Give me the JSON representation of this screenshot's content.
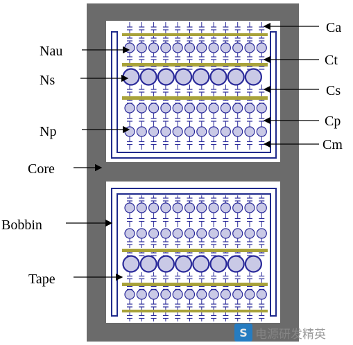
{
  "labels": {
    "ca": "Ca",
    "ct": "Ct",
    "cs": "Cs",
    "cp": "Cp",
    "cm": "Cm",
    "nau": "Nau",
    "ns": "Ns",
    "np": "Np",
    "core": "Core",
    "bobbin": "Bobbin",
    "tape": "Tape"
  },
  "watermark": {
    "badge": "S",
    "text": "电源研发精英"
  },
  "colors": {
    "core": "#6b6b6b",
    "window": "#ffffff",
    "bobbin": "#1f2a8c",
    "tape": "#a8a23a",
    "wire_fill": "#c9c9e6",
    "wire_stroke": "#2a2a9a",
    "capacitor": "#2a2a9a"
  }
}
